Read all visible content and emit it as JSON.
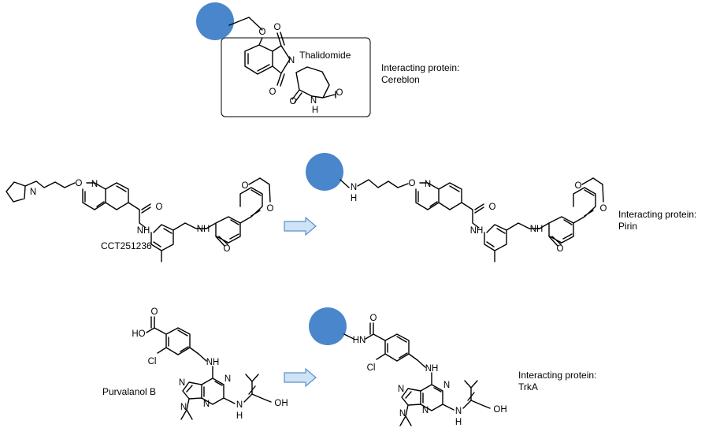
{
  "colors": {
    "bead": "#4a86cc",
    "arrow_fill": "#cfe3f7",
    "arrow_stroke": "#5b8fc7"
  },
  "labels": {
    "thalidomide": "Thalidomide",
    "cct": "CCT251236",
    "purvalanol": "Purvalanol B"
  },
  "proteins": {
    "line1": "Interacting protein:",
    "cereblon": "Cereblon",
    "pirin": "Pirin",
    "trka": "TrkA"
  },
  "atoms": {
    "O": "O",
    "N": "N",
    "NH": "NH",
    "HN": "HN",
    "H": "H",
    "Cl": "Cl",
    "HO": "HO",
    "OH": "OH"
  }
}
